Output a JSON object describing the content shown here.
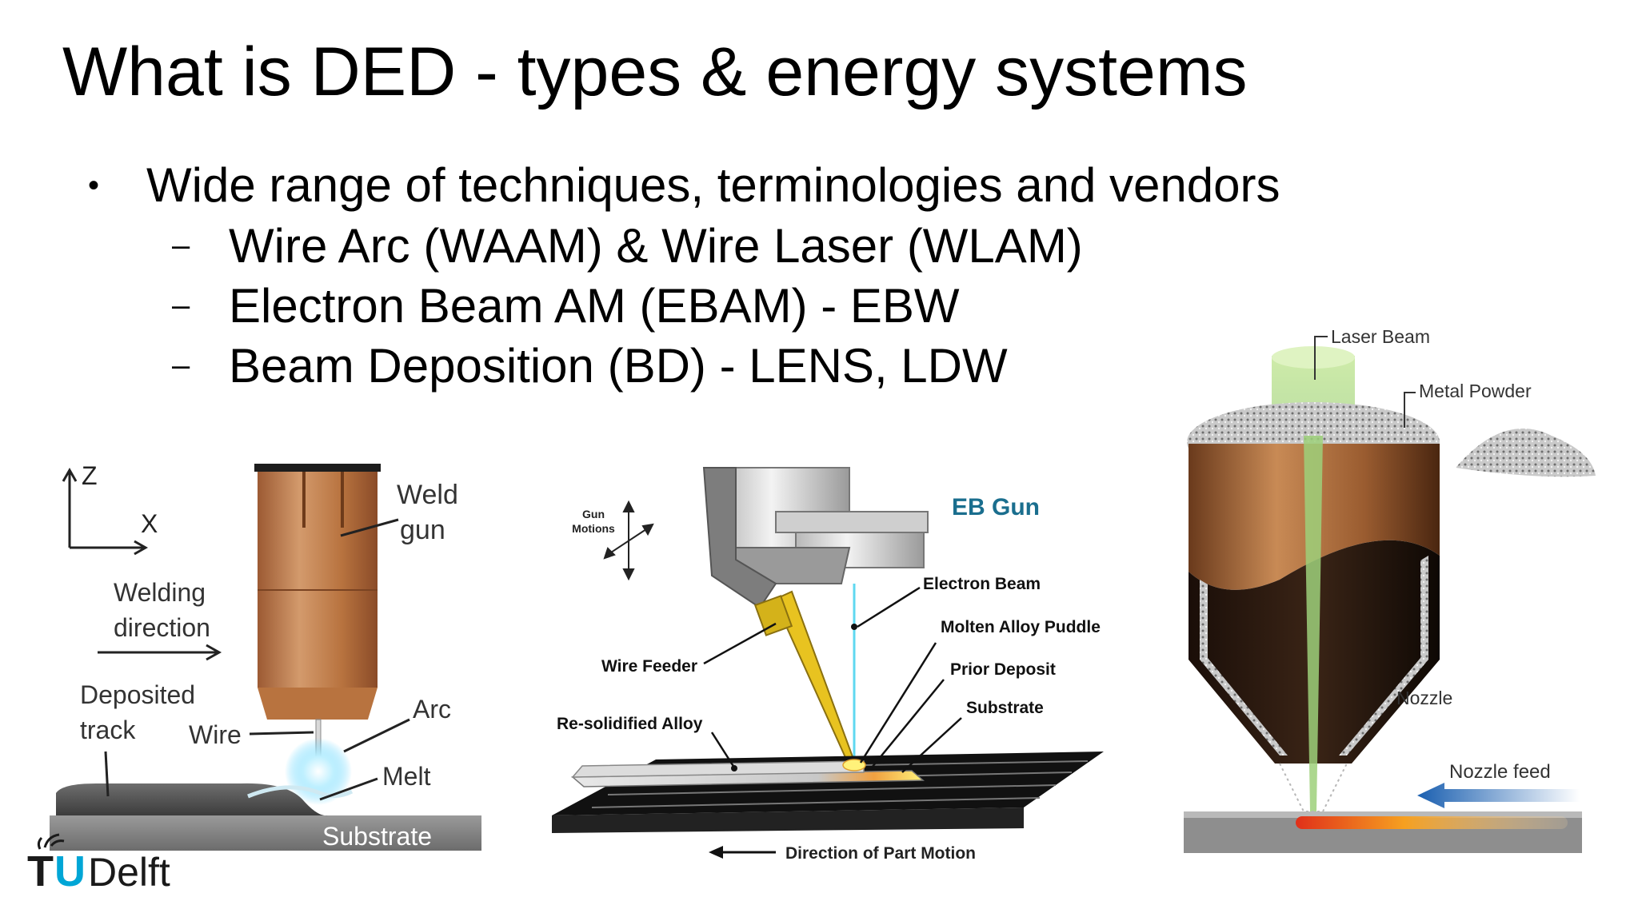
{
  "slide": {
    "title": "What is DED - types & energy systems",
    "bullet": "Wide range of techniques, terminologies and vendors",
    "sub_bullets": [
      "Wire Arc (WAAM) & Wire Laser (WLAM)",
      "Electron Beam AM (EBAM) - EBW",
      "Beam Deposition (BD) - LENS, LDW"
    ]
  },
  "figure_waam": {
    "axis_z": "Z",
    "axis_x": "X",
    "weld_gun": [
      "Weld",
      "gun"
    ],
    "welding_direction": [
      "Welding",
      "direction"
    ],
    "deposited_track": [
      "Deposited",
      "track"
    ],
    "wire": "Wire",
    "arc": "Arc",
    "melt": "Melt",
    "substrate": "Substrate"
  },
  "figure_ebam": {
    "gun_motions": [
      "Gun",
      "Motions"
    ],
    "eb_gun": "EB Gun",
    "electron_beam": "Electron Beam",
    "molten_alloy_puddle": "Molten Alloy Puddle",
    "prior_deposit": "Prior Deposit",
    "substrate": "Substrate",
    "wire_feeder": "Wire Feeder",
    "resolidified_alloy": "Re-solidified Alloy",
    "direction_of_part_motion": "Direction of Part Motion"
  },
  "figure_bd": {
    "laser_beam": "Laser Beam",
    "metal_powder": "Metal Powder",
    "nozzle": "Nozzle",
    "nozzle_feed": "Nozzle feed"
  },
  "logo": {
    "tu": "TU",
    "delft": "Delft"
  },
  "colors": {
    "copper": "#b87545",
    "tu_blue": "#00a6d6",
    "eb_blue": "#1a6e8e",
    "arrow_blue": "#2a7bc4"
  }
}
